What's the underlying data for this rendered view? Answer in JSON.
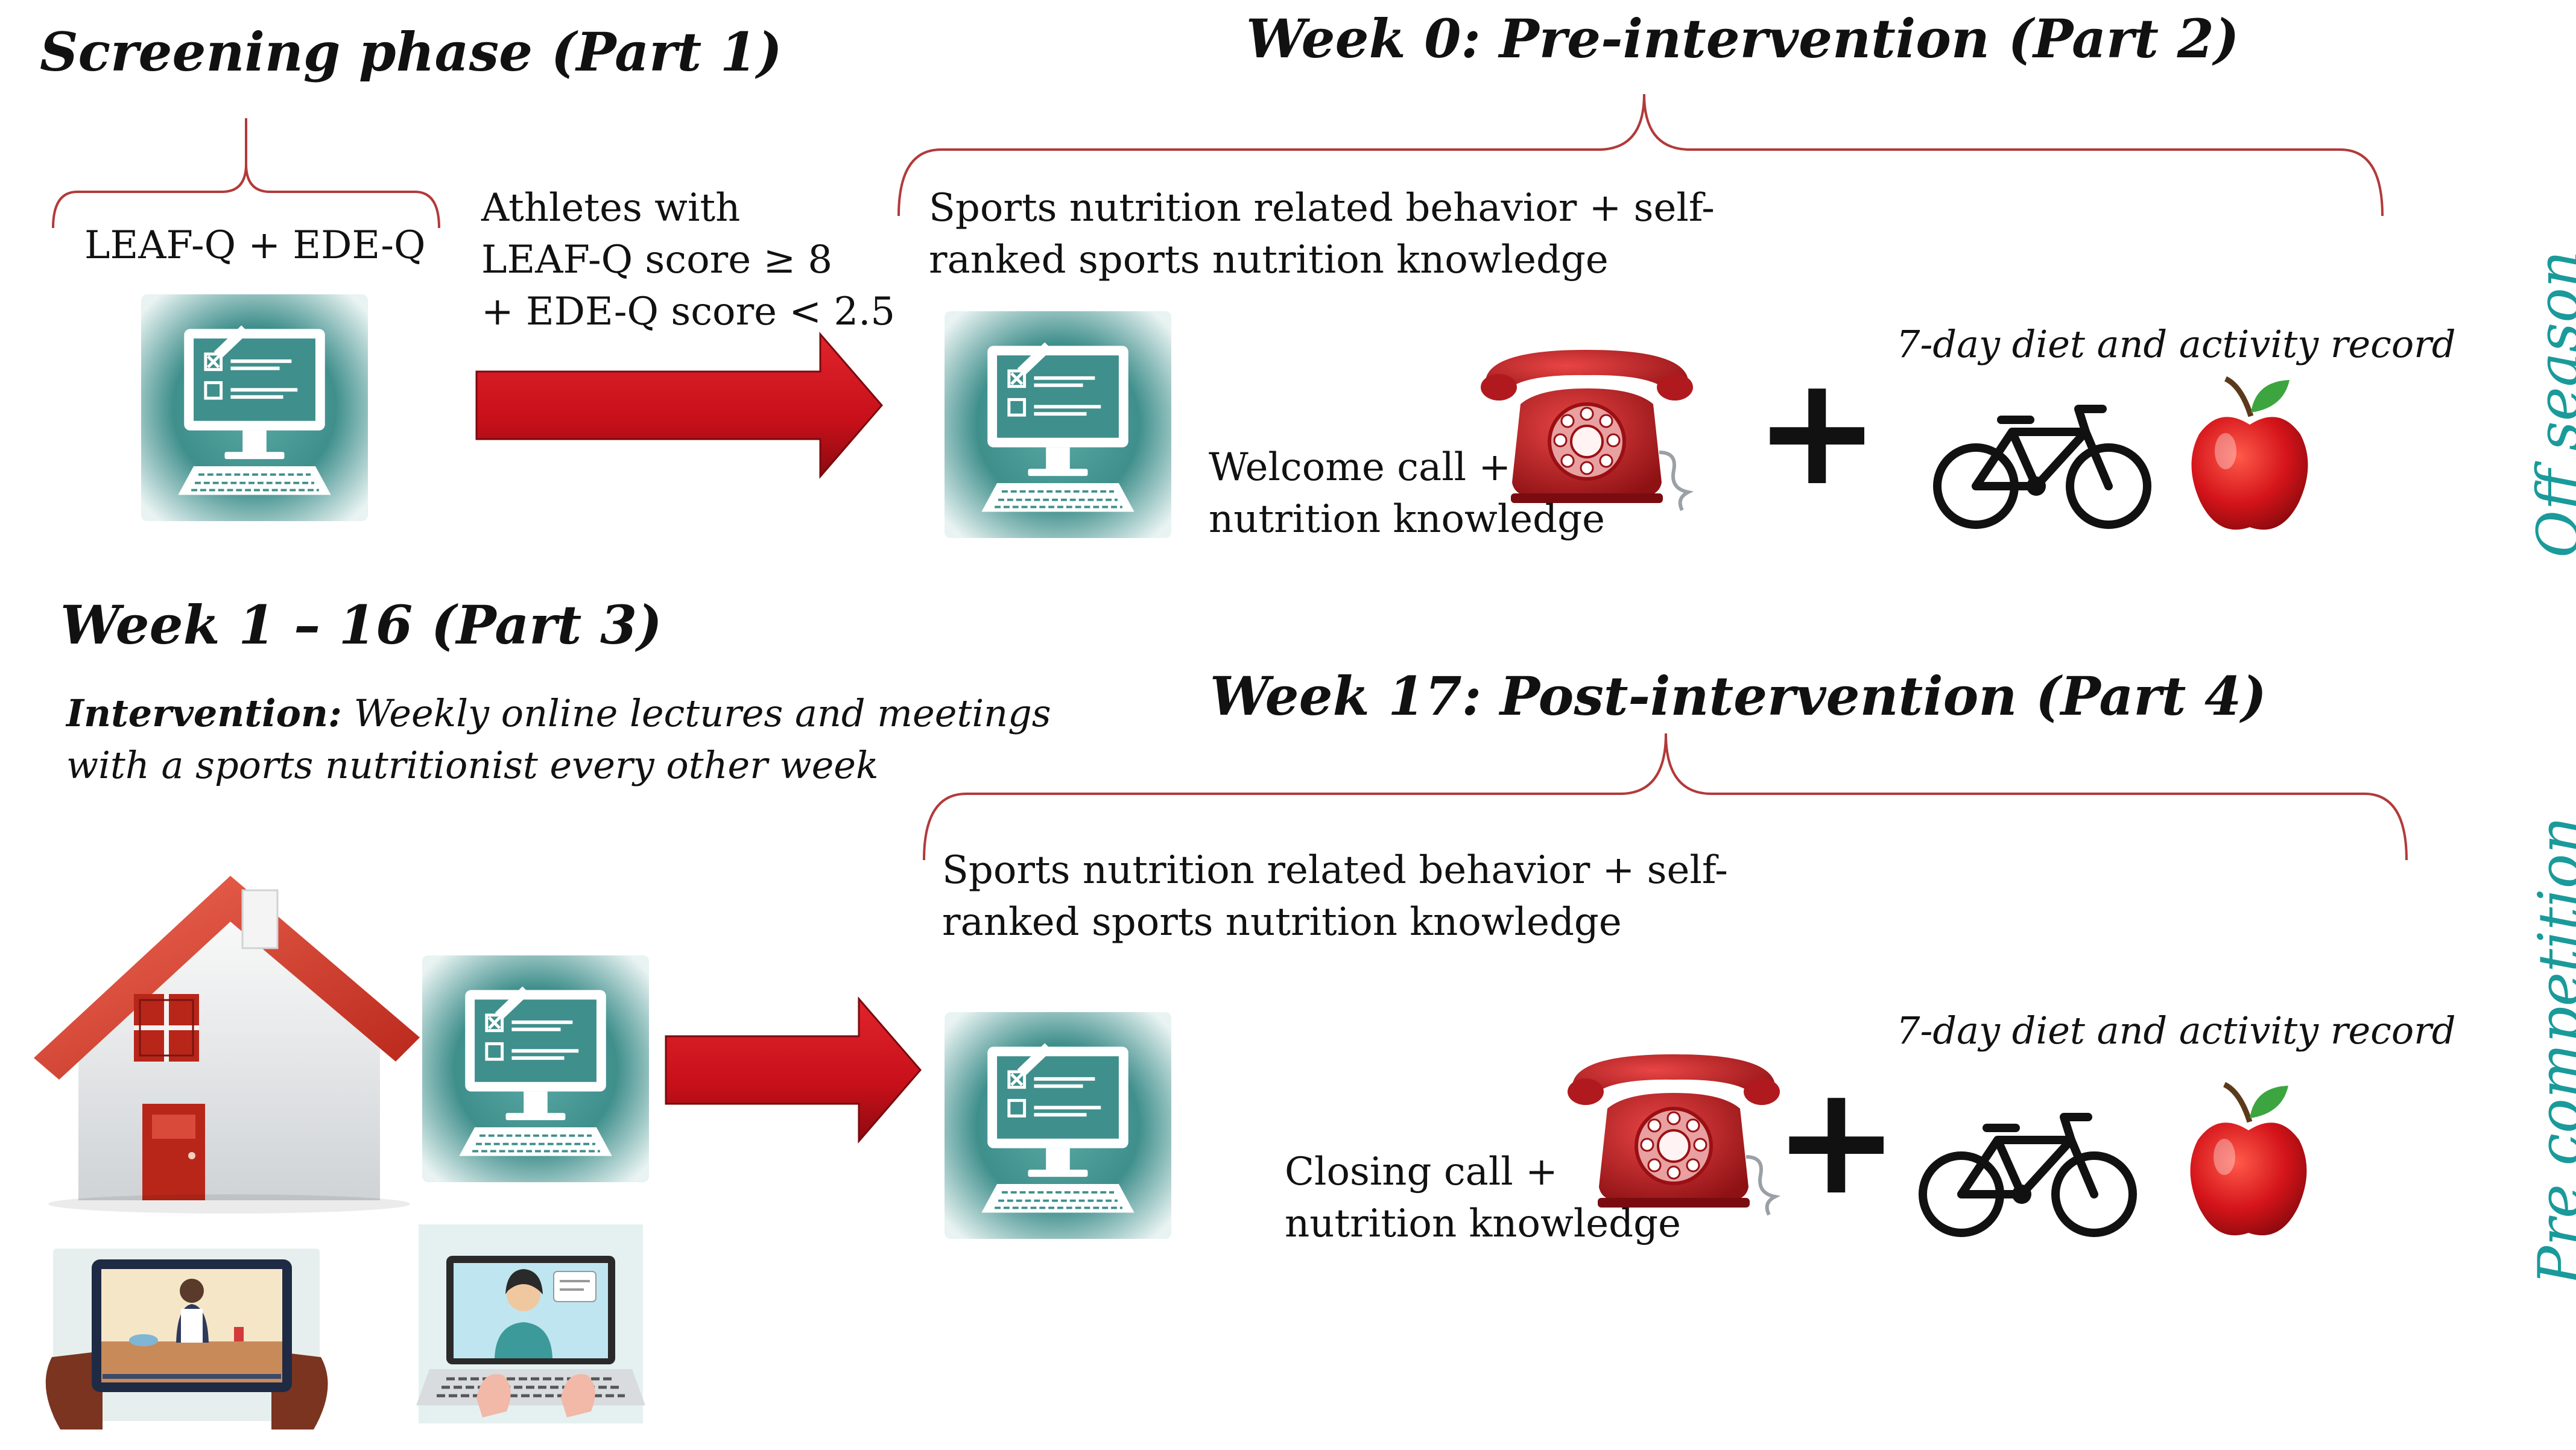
{
  "part1": {
    "heading": "Screening phase (Part 1)",
    "measures": "LEAF-Q + EDE-Q",
    "criteria_line1": "Athletes with",
    "criteria_line2": "LEAF-Q score ≥ 8",
    "criteria_line3": "+ EDE-Q score < 2.5"
  },
  "part2": {
    "heading": "Week 0: Pre-intervention (Part 2)",
    "survey_line1": "Sports nutrition related behavior + self-",
    "survey_line2": "ranked sports nutrition knowledge",
    "call_line1": "Welcome call +",
    "call_line2": "nutrition knowledge",
    "record": "7-day diet and activity record",
    "plus": "+"
  },
  "part3": {
    "heading": "Week 1 – 16 (Part 3)",
    "intervention_label": "Intervention:",
    "intervention_line1": " Weekly online lectures and meetings",
    "intervention_line2": "with a sports nutritionist every other week"
  },
  "part4": {
    "heading": "Week 17: Post-intervention (Part 4)",
    "survey_line1": "Sports nutrition related behavior + self-",
    "survey_line2": "ranked sports nutrition knowledge",
    "call_line1": "Closing call +",
    "call_line2": "nutrition knowledge",
    "record": "7-day diet and activity record",
    "plus": "+"
  },
  "side_labels": {
    "top": "Off season",
    "bottom": "Pre competition"
  },
  "colors": {
    "bracket": "#b23a3a",
    "arrow": "#c8101a",
    "teal": "#1a9a9a",
    "monitor_tile": "#3f8f8c"
  },
  "icons": {
    "computer": "survey-computer-icon",
    "phone": "rotary-phone-icon",
    "bike": "bicycle-icon",
    "apple": "apple-icon",
    "house": "house-icon",
    "tablet": "cooking-video-tablet-icon",
    "laptop": "video-call-laptop-icon"
  }
}
